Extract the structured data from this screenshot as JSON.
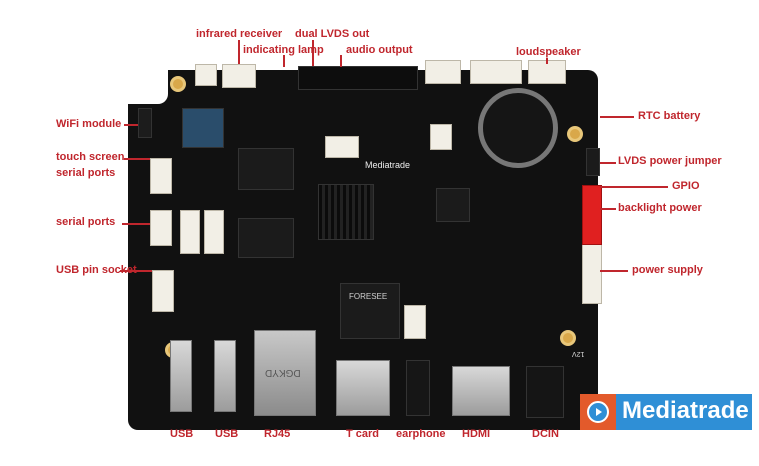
{
  "labels": {
    "infrared_receiver": "infrared receiver",
    "dual_lvds_out": "dual LVDS out",
    "indicating_lamp": "indicating lamp",
    "audio_output": "audio output",
    "loudspeaker": "loudspeaker",
    "wifi_module": "WiFi module",
    "rtc_battery": "RTC battery",
    "touch_screen": "touch screen",
    "serial_ports_1": "serial ports",
    "lvds_power_jumper": "LVDS power jumper",
    "gpio": "GPIO",
    "serial_ports_2": "serial ports",
    "backlight_power": "backlight power",
    "usb_pin_socket": "USB pin socket",
    "power_supply": "power supply",
    "usb_1": "USB",
    "usb_2": "USB",
    "rj45": "RJ45",
    "t_card": "T card",
    "earphone": "earphone",
    "hdmi": "HDMI",
    "dcin": "DCIN"
  },
  "board_text": {
    "mediatrade_silk": "Mediatrade",
    "foresee": "FORESEE",
    "dgkyd": "DGKYD",
    "voltage": "12V"
  },
  "watermark": {
    "text": "Mediatrade",
    "icon": "play-icon"
  }
}
